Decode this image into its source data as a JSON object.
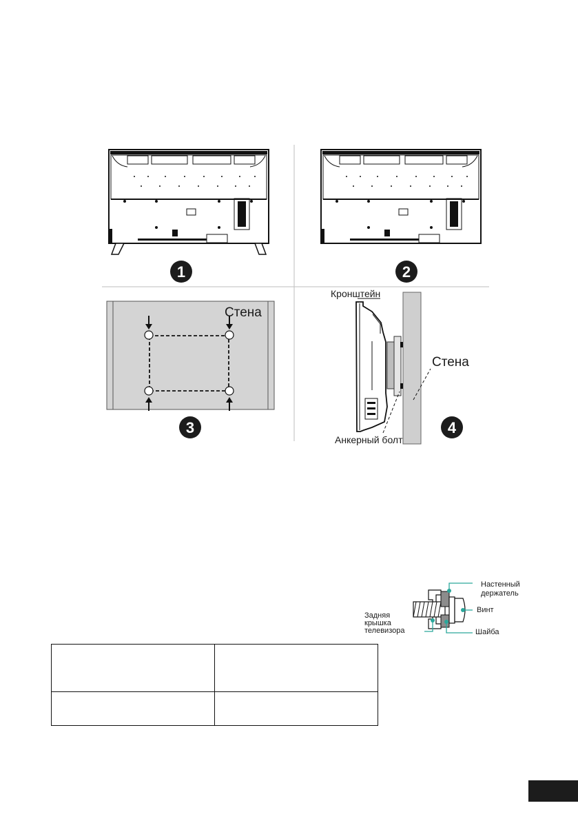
{
  "figure": {
    "step_badges": [
      "1",
      "2",
      "3",
      "4"
    ],
    "wall_label_step3": "Стена",
    "bracket_label": "Кронштейн",
    "wall_label_step4": "Стена",
    "anchor_bolt_label": "Анкерный болт"
  },
  "screw_diagram": {
    "wall_holder_label_line1": "Настенный",
    "wall_holder_label_line2": "держатель",
    "screw_label": "Винт",
    "washer_label": "Шайба",
    "back_cover_label_line1": "Задняя",
    "back_cover_label_line2": "крышка",
    "back_cover_label_line3": "телевизора"
  },
  "spec_table": {
    "rows": [
      [
        "",
        ""
      ],
      [
        "",
        ""
      ]
    ]
  }
}
